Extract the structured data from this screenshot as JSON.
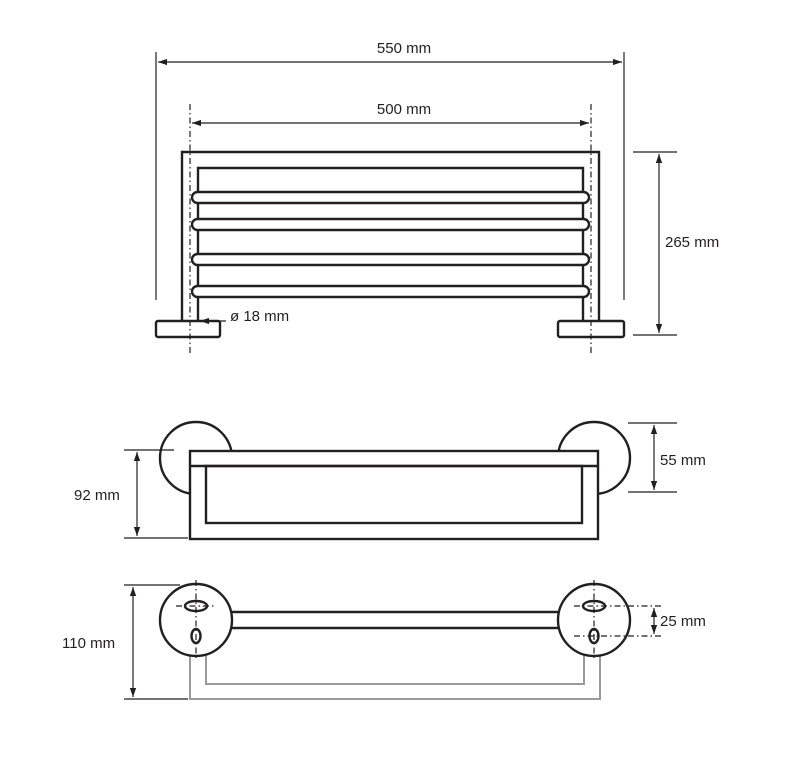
{
  "dimensions": {
    "overall_width": "550 mm",
    "bar_width": "500 mm",
    "height": "265 mm",
    "tube_diameter": "ø 18 mm",
    "projection": "92 mm",
    "top_rail": "55 mm",
    "depth": "110 mm",
    "hole_spacing": "25 mm"
  },
  "colors": {
    "line": "#231f20",
    "hidden_line": "#9a9a9a"
  }
}
